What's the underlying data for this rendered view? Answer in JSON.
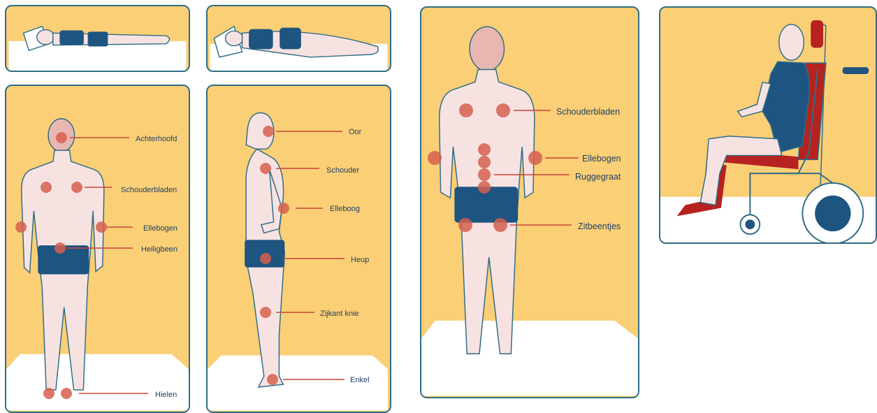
{
  "colors": {
    "panel_bg": "#fbcf76",
    "panel_border": "#2e6e86",
    "skin": "#f7e2e2",
    "outline": "#2e6e86",
    "shorts": "#1e5480",
    "pressure_point": "#d5604f",
    "leader_line": "#c8453a",
    "label_text": "#1f3f66",
    "chair_red": "#b5221f"
  },
  "panels": {
    "lying_back": {
      "icon": "person-lying-supine-icon"
    },
    "lying_side": {
      "icon": "person-lying-side-icon"
    },
    "wheelchair": {
      "icon": "person-in-wheelchair-icon"
    },
    "standing_back": {
      "labels": [
        "Achterhoofd",
        "Schouderbladen",
        "Ellebogen",
        "Heiligbeen",
        "Hielen"
      ]
    },
    "standing_side": {
      "labels": [
        "Oor",
        "Schouder",
        "Elleboog",
        "Heup",
        "Zijkant knie",
        "Enkel"
      ]
    },
    "back_large": {
      "labels": [
        "Schouderbladen",
        "Ellebogen",
        "Ruggegraat",
        "Zitbeentjes"
      ]
    }
  }
}
